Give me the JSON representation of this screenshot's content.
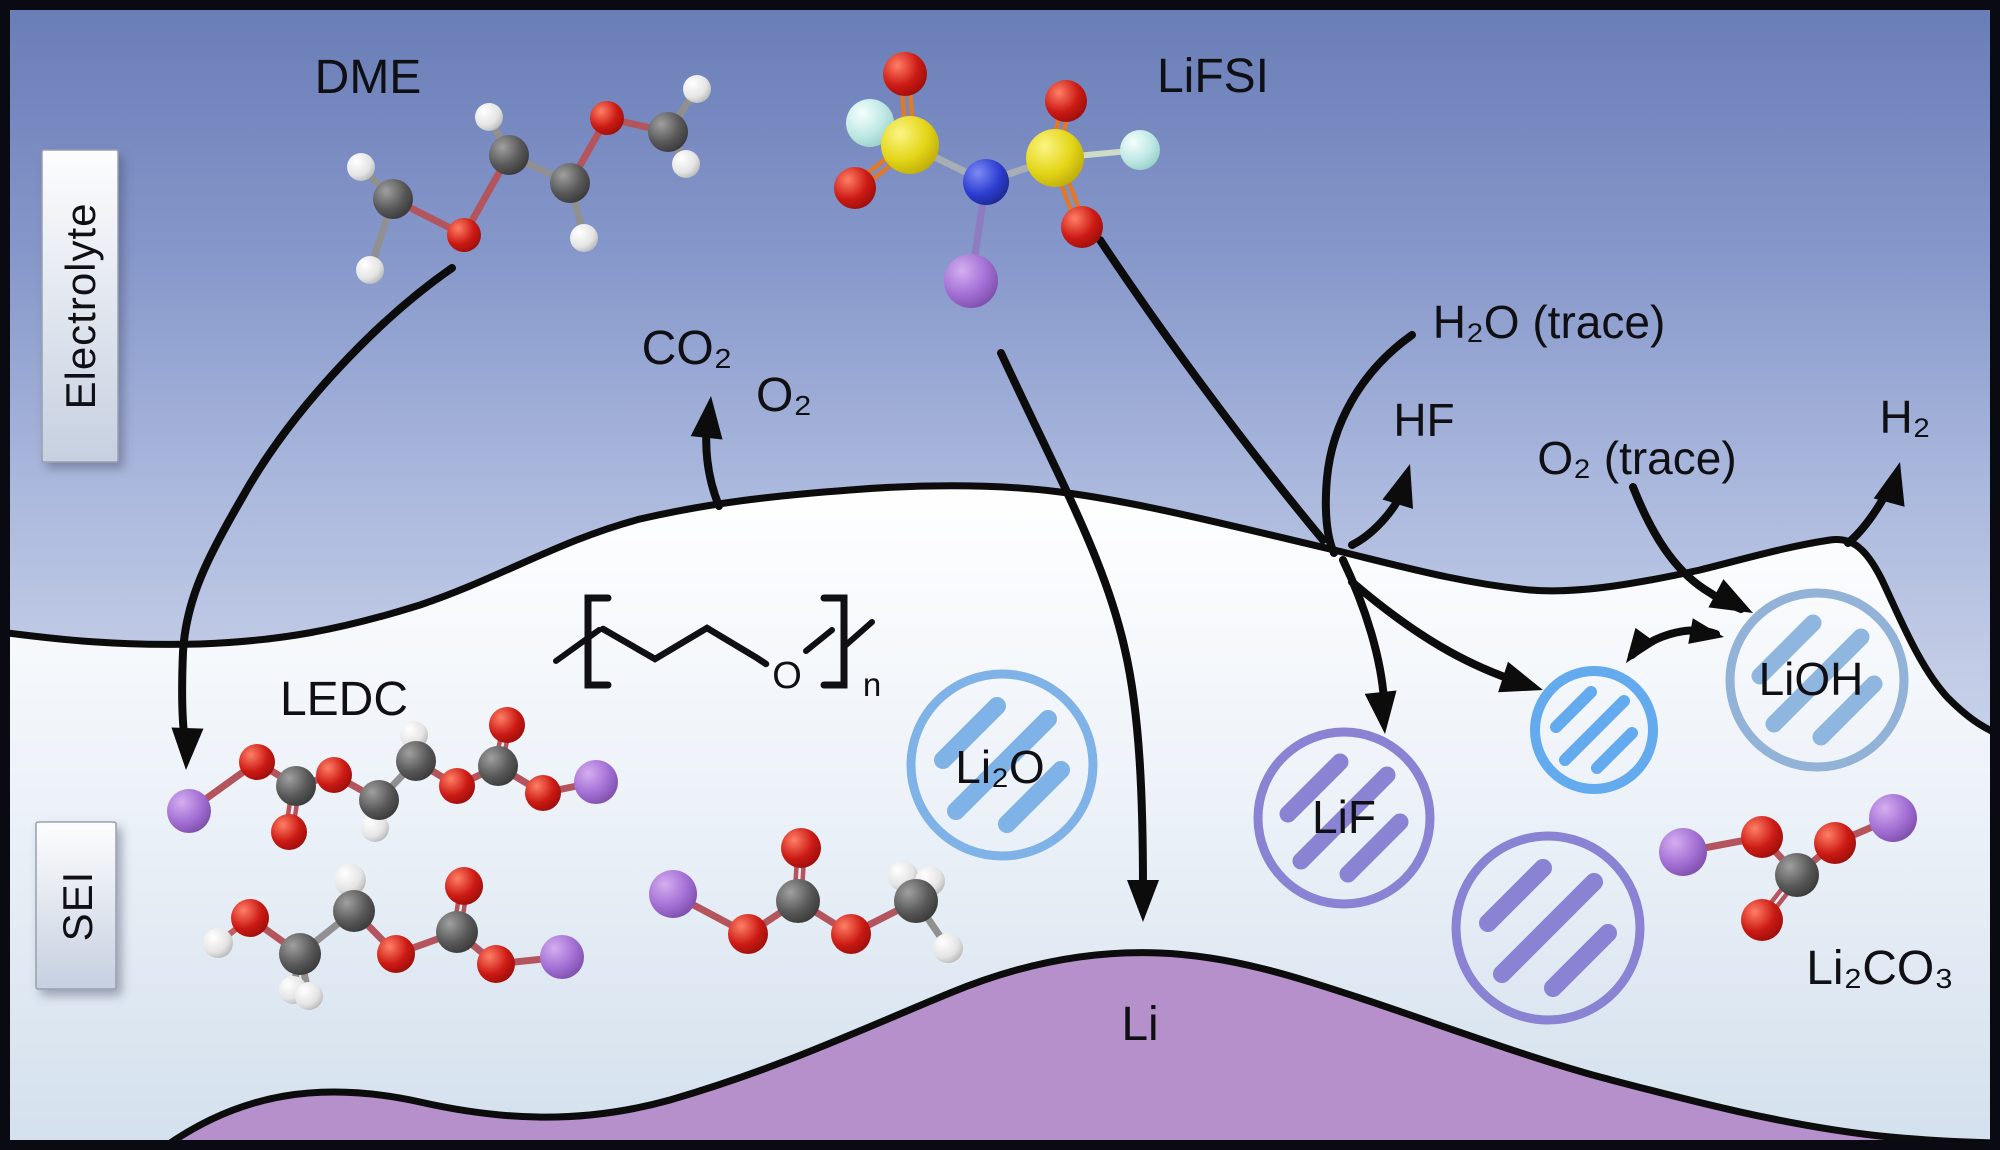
{
  "figure": {
    "type": "scientific-schematic",
    "subject": "SEI formation from DME / LiFSI electrolyte on Li metal anode"
  },
  "labels": {
    "electrolyte": "Electrolyte",
    "sei": "SEI",
    "dme": "DME",
    "lifsi": "LiFSI",
    "co2": "CO₂",
    "o2": "O₂",
    "h2o_trace": "H₂O (trace)",
    "hf": "HF",
    "o2_trace": "O₂ (trace)",
    "h2": "H₂",
    "ledc": "LEDC",
    "li2o": "Li₂O",
    "lif": "LiF",
    "lioh": "LiOH",
    "li2co3": "Li₂CO₃",
    "li_metal": "Li",
    "polymer_o": "O",
    "polymer_n": "n"
  },
  "colors": {
    "electrolyte_top": "#687cb6",
    "electrolyte_bottom": "#cbd4eb",
    "sei_fill_top": "#ffffff",
    "sei_fill_bottom": "#d3e0ed",
    "li_metal": "#b690cb",
    "li2o_particle": "#7fb3e8",
    "lif_particle": "#8a82d2",
    "lioh_particle": "#93b2d8",
    "nanocrystal_small": "#64aaee",
    "atom_carbon": "#585858",
    "atom_hydrogen": "#e8e8e8",
    "atom_oxygen": "#cc1a14",
    "atom_lithium": "#a26fd4",
    "atom_sulfur": "#e3d517",
    "atom_nitrogen": "#2d3ed2",
    "atom_fluorine": "#bfe8e4",
    "arrow": "#0c0c0c"
  }
}
